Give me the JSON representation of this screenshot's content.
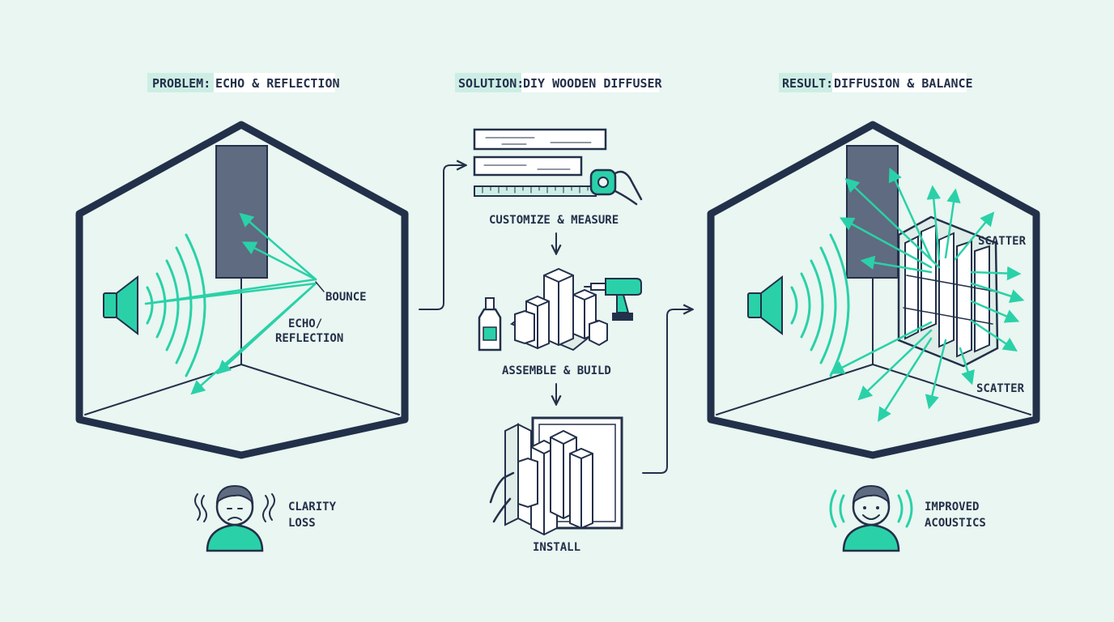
{
  "headers": {
    "problem": {
      "key": "PROBLEM:",
      "rest": "ECHO & REFLECTION"
    },
    "solution": {
      "key": "SOLUTION:",
      "rest": "DIY WOODEN DIFFUSER"
    },
    "result": {
      "key": "RESULT:",
      "rest": "DIFFUSION & BALANCE"
    }
  },
  "problem_labels": {
    "bounce": "BOUNCE",
    "echo_line1": "ECHO/",
    "echo_line2": "REFLECTION"
  },
  "solution_steps": {
    "step1": "CUSTOMIZE & MEASURE",
    "step2": "ASSEMBLE & BUILD",
    "step3": "INSTALL"
  },
  "result_labels": {
    "scatter_top": "SCATTER",
    "scatter_bottom": "SCATTER"
  },
  "outcomes": {
    "clarity_line1": "CLARITY",
    "clarity_line2": "LOSS",
    "improved_line1": "IMPROVED",
    "improved_line2": "ACOUSTICS"
  },
  "colors": {
    "ink": "#23304a",
    "accent": "#2ad1a8",
    "background": "#e9f6f1",
    "panel": "#5f6b80",
    "highlight": "#cdeee4"
  }
}
